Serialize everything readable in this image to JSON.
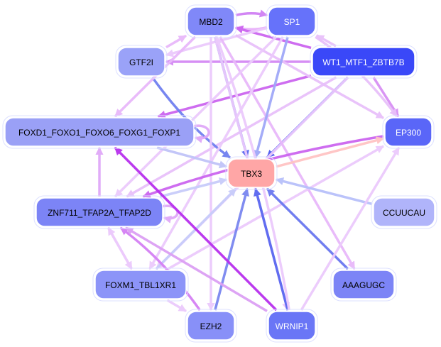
{
  "graph": {
    "title": "",
    "nodes": [
      {
        "id": "MBD2",
        "label": "MBD2",
        "fill": "#8088f8",
        "text": "#000000"
      },
      {
        "id": "SP1",
        "label": "SP1",
        "fill": "#6672fa",
        "text": "#ffffff"
      },
      {
        "id": "GTF2I",
        "label": "GTF2I",
        "fill": "#9aa2f8",
        "text": "#000000"
      },
      {
        "id": "WT1",
        "label": "WT1_MTF1_ZBTB7B",
        "fill": "#3a48f8",
        "text": "#ffffff"
      },
      {
        "id": "FOXD1",
        "label": "FOXD1_FOXO1_FOXO6_FOXG1_FOXP1",
        "fill": "#9aa0f6",
        "text": "#000000"
      },
      {
        "id": "EP300",
        "label": "EP300",
        "fill": "#5a66f8",
        "text": "#ffffff"
      },
      {
        "id": "TBX3",
        "label": "TBX3",
        "fill": "#ffa6a6",
        "text": "#000000"
      },
      {
        "id": "ZNF711",
        "label": "ZNF711_TFAP2A_TFAP2D",
        "fill": "#7c84f6",
        "text": "#000000"
      },
      {
        "id": "CCUUCAU",
        "label": "CCUUCAU",
        "fill": "#b0b4fa",
        "text": "#000000"
      },
      {
        "id": "FOXM1",
        "label": "FOXM1_TBL1XR1",
        "fill": "#8c94f8",
        "text": "#000000"
      },
      {
        "id": "AAAGUGC",
        "label": "AAAGUGC",
        "fill": "#7c84f6",
        "text": "#000000"
      },
      {
        "id": "EZH2",
        "label": "EZH2",
        "fill": "#8890f8",
        "text": "#000000"
      },
      {
        "id": "WRNIP1",
        "label": "WRNIP1",
        "fill": "#6a76f6",
        "text": "#ffffff"
      }
    ],
    "edges": [
      {
        "from": "SP1",
        "to": "MBD2",
        "color": "#e8b0fa",
        "curve": -14
      },
      {
        "from": "MBD2",
        "to": "SP1",
        "color": "#d080f4",
        "curve": -14
      },
      {
        "from": "WT1",
        "to": "MBD2",
        "color": "#cc66f0",
        "curve": 0
      },
      {
        "from": "WT1",
        "to": "GTF2I",
        "color": "#d48af4",
        "curve": 0
      },
      {
        "from": "WT1",
        "to": "SP1",
        "color": "#e8c0fa",
        "curve": 0
      },
      {
        "from": "WT1",
        "to": "FOXD1",
        "color": "#cc66f0",
        "curve": 0
      },
      {
        "from": "WT1",
        "to": "TBX3",
        "color": "#4a58f0",
        "curve": 0
      },
      {
        "from": "WT1",
        "to": "EP300",
        "color": "#d890f4",
        "curve": 0
      },
      {
        "from": "WT1",
        "to": "ZNF711",
        "color": "#e8c0fa",
        "curve": 0
      },
      {
        "from": "WT1",
        "to": "FOXM1",
        "color": "#eccafc",
        "curve": 0
      },
      {
        "from": "GTF2I",
        "to": "MBD2",
        "color": "#e8b8fa",
        "curve": 0
      },
      {
        "from": "SP1",
        "to": "GTF2I",
        "color": "#eccafc",
        "curve": 0
      },
      {
        "from": "GTF2I",
        "to": "TBX3",
        "color": "#7080f0",
        "curve": 18
      },
      {
        "from": "MBD2",
        "to": "FOXD1",
        "color": "#e8b8fa",
        "curve": 0
      },
      {
        "from": "MBD2",
        "to": "TBX3",
        "color": "#5a68f0",
        "curve": 0
      },
      {
        "from": "MBD2",
        "to": "EP300",
        "color": "#e8c0fa",
        "curve": 0
      },
      {
        "from": "MBD2",
        "to": "EZH2",
        "color": "#eccafc",
        "curve": 0
      },
      {
        "from": "MBD2",
        "to": "WRNIP1",
        "color": "#eccafc",
        "curve": 0
      },
      {
        "from": "MBD2",
        "to": "AAAGUGC",
        "color": "#e8b8fa",
        "curve": 0
      },
      {
        "from": "SP1",
        "to": "TBX3",
        "color": "#a0a8f8",
        "curve": 0
      },
      {
        "from": "SP1",
        "to": "EP300",
        "color": "#e8c0fa",
        "curve": -20
      },
      {
        "from": "SP1",
        "to": "ZNF711",
        "color": "#eccafc",
        "curve": 0
      },
      {
        "from": "SP1",
        "to": "FOXM1",
        "color": "#eccafc",
        "curve": 0
      },
      {
        "from": "FOXD1",
        "to": "FOXD1",
        "color": "#e0a8f8",
        "curve": 0,
        "self": true
      },
      {
        "from": "FOXD1",
        "to": "TBX3",
        "color": "#c0c4f8",
        "curve": 0
      },
      {
        "from": "EP300",
        "to": "ZNF711",
        "color": "#cc66f0",
        "curve": 20
      },
      {
        "from": "TBX3",
        "to": "EP300",
        "color": "#ffc4c4",
        "curve": 0
      },
      {
        "from": "ZNF711",
        "to": "FOXD1",
        "color": "#e0a8f8",
        "curve": 0
      },
      {
        "from": "ZNF711",
        "to": "ZNF711",
        "color": "#e0a8f8",
        "curve": 0,
        "self": true
      },
      {
        "from": "ZNF711",
        "to": "TBX3",
        "color": "#c8ccfa",
        "curve": 0
      },
      {
        "from": "ZNF711",
        "to": "FOXM1",
        "color": "#eccafc",
        "curve": 0
      },
      {
        "from": "FOXM1",
        "to": "ZNF711",
        "color": "#eccafc",
        "curve": 0
      },
      {
        "from": "FOXM1",
        "to": "TBX3",
        "color": "#c8ccfa",
        "curve": 0
      },
      {
        "from": "FOXM1",
        "to": "EZH2",
        "color": "#eccafc",
        "curve": 0
      },
      {
        "from": "FOXM1",
        "to": "EP300",
        "color": "#eccafc",
        "curve": 0
      },
      {
        "from": "CCUUCAU",
        "to": "TBX3",
        "color": "#b8c0fa",
        "curve": 0
      },
      {
        "from": "AAAGUGC",
        "to": "TBX3",
        "color": "#6a78f0",
        "curve": 0
      },
      {
        "from": "EZH2",
        "to": "TBX3",
        "color": "#7a86f0",
        "curve": 0
      },
      {
        "from": "EZH2",
        "to": "ZNF711",
        "color": "#d480f4",
        "curve": 18
      },
      {
        "from": "WRNIP1",
        "to": "TBX3",
        "color": "#5a68f0",
        "curve": 0
      },
      {
        "from": "WRNIP1",
        "to": "FOXD1",
        "color": "#b830ee",
        "curve": 0
      },
      {
        "from": "WRNIP1",
        "to": "ZNF711",
        "color": "#dca0f4",
        "curve": 0
      },
      {
        "from": "WRNIP1",
        "to": "EP300",
        "color": "#eccafc",
        "curve": 0
      },
      {
        "from": "WRNIP1",
        "to": "MBD2",
        "color": "#eccafc",
        "curve": 20
      }
    ]
  }
}
